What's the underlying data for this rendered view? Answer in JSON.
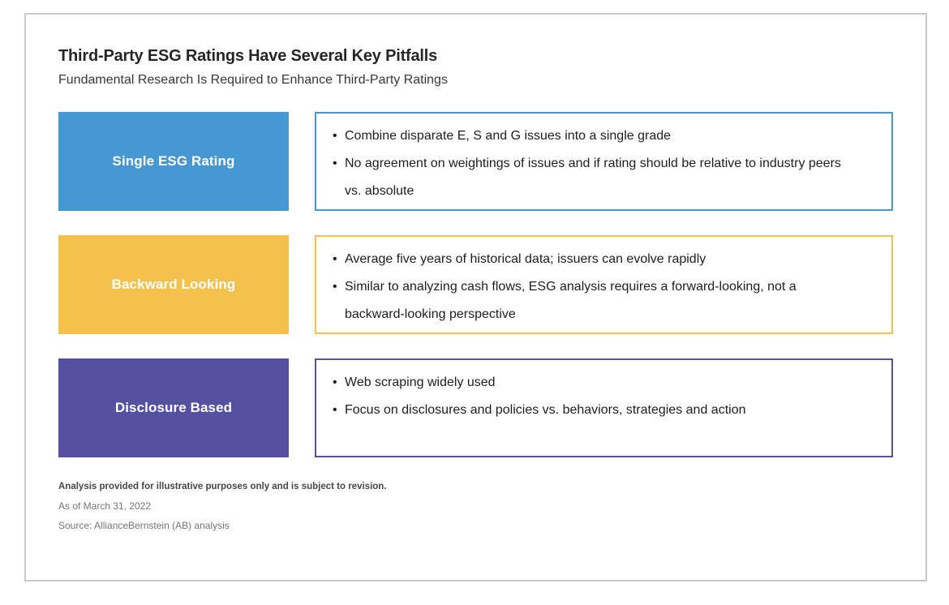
{
  "header": {
    "title": "Third-Party ESG Ratings Have Several Key Pitfalls",
    "subtitle": "Fundamental Research Is Required to Enhance Third-Party Ratings"
  },
  "rows": [
    {
      "label": "Single ESG Rating",
      "color": "#4698d2",
      "bullets": [
        "Combine disparate E, S and G issues into a single grade",
        "No agreement on weightings of issues and if rating should be relative to industry peers vs. absolute"
      ]
    },
    {
      "label": "Backward Looking",
      "color": "#f4c24c",
      "bullets": [
        "Average five years of historical data; issuers can evolve rapidly",
        "Similar to analyzing cash flows, ESG analysis requires a forward-looking, not a backward-looking perspective"
      ]
    },
    {
      "label": "Disclosure Based",
      "color": "#5550a0",
      "bullets": [
        "Web scraping widely used",
        "Focus on disclosures and policies vs. behaviors, strategies and action"
      ]
    }
  ],
  "footnotes": {
    "disclaimer": "Analysis provided for illustrative purposes only and is subject to revision.",
    "as_of": "As of March 31, 2022",
    "source": "Source: AllianceBernstein (AB) analysis"
  },
  "colors": {
    "card_border": "#c9c9c9",
    "text_dark": "#262626"
  }
}
